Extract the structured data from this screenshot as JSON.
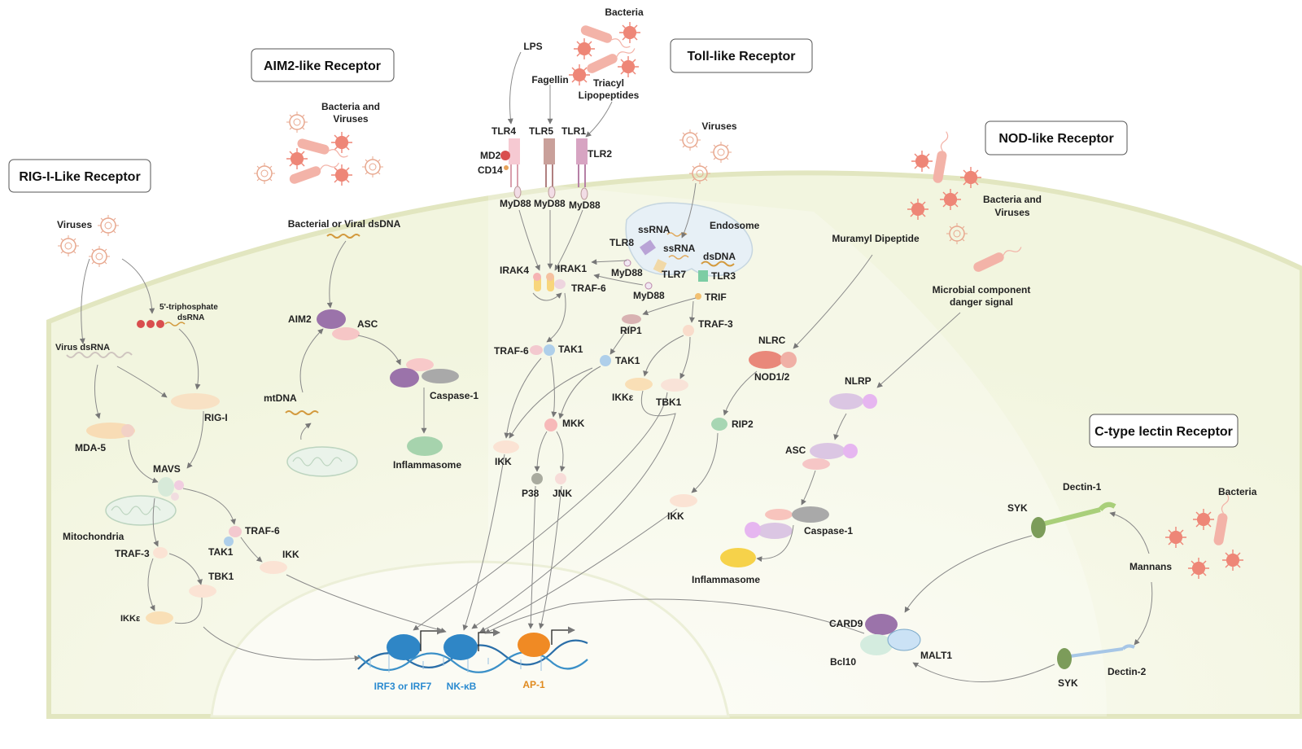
{
  "titles": {
    "aim2": "AIM2-like Receptor",
    "toll": "Toll-like Receptor",
    "nod": "NOD-like Receptor",
    "rig": "RIG-I-Like Receptor",
    "ctype": "C-type lectin Receptor"
  },
  "labels": {
    "bacteria_top": "Bacteria",
    "lps": "LPS",
    "fagellin": "Fagellin",
    "triacyl_1": "Triacyl",
    "triacyl_2": "Lipopeptides",
    "tlr4": "TLR4",
    "tlr5": "TLR5",
    "tlr1": "TLR1",
    "tlr2": "TLR2",
    "md2": "MD2",
    "cd14": "CD14",
    "myd88_a": "MyD88",
    "myd88_b": "MyD88",
    "myd88_c": "MyD88",
    "myd88_d": "MyD88",
    "myd88_e": "MyD88",
    "aim2_bv_1": "Bacteria and",
    "aim2_bv_2": "Viruses",
    "bv_dsdna": "Bacterial or Viral dsDNA",
    "aim2": "AIM2",
    "asc_aim2": "ASC",
    "caspase1_aim2": "Caspase-1",
    "inflammasome_aim2": "Inflammasome",
    "mtdna": "mtDNA",
    "viruses_tlr": "Viruses",
    "endosome": "Endosome",
    "ssrna_1": "ssRNA",
    "ssrna_2": "ssRNA",
    "dsdna_endo": "dsDNA",
    "tlr8": "TLR8",
    "tlr7": "TLR7",
    "tlr3": "TLR3",
    "trif": "TRIF",
    "irak4": "IRAK4",
    "irak1": "IRAK1",
    "traf6_tlr": "TRAF-6",
    "rip1": "RIP1",
    "traf3_tlr": "TRAF-3",
    "traf6_b": "TRAF-6",
    "tak1_a": "TAK1",
    "tak1_b": "TAK1",
    "ikke_tlr": "IKKε",
    "tbk1_tlr": "TBK1",
    "mkk": "MKK",
    "ikk_tlr": "IKK",
    "p38": "P38",
    "jnk": "JNK",
    "rig_viruses": "Viruses",
    "triphos_1": "5'-triphosphate",
    "triphos_2": "dsRNA",
    "virus_dsrna": "Virus dsRNA",
    "rigi": "RIG-I",
    "mda5": "MDA-5",
    "mavs": "MAVS",
    "mitochondria": "Mitochondria",
    "traf3_rig": "TRAF-3",
    "traf6_rig": "TRAF-6",
    "tak1_rig": "TAK1",
    "ikk_rig": "IKK",
    "tbk1_rig": "TBK1",
    "ikke_rig": "IKKε",
    "nod_bv_1": "Bacteria and",
    "nod_bv_2": "Viruses",
    "muramyl": "Muramyl Dipeptide",
    "microbial_1": "Microbial component",
    "microbial_2": "danger signal",
    "nlrc": "NLRC",
    "nod12": "NOD1/2",
    "nlrp": "NLRP",
    "rip2": "RIP2",
    "asc_nod": "ASC",
    "ikk_nod": "IKK",
    "caspase1_nod": "Caspase-1",
    "inflammasome_nod": "Inflammasome",
    "dectin1": "Dectin-1",
    "syk_1": "SYK",
    "bacteria_ctype": "Bacteria",
    "mannans": "Mannans",
    "card9": "CARD9",
    "bcl10": "Bcl10",
    "malt1": "MALT1",
    "syk_2": "SYK",
    "dectin2": "Dectin-2",
    "irf": "IRF3 or IRF7",
    "nfkb": "NK-κB",
    "ap1": "AP-1"
  },
  "colors": {
    "cell_fill": "#f7f8ea",
    "cell_border": "#e3e8c4",
    "nucleus_fill": "#fbfbf2",
    "dna_blue": "#2a6ea8",
    "tf_blue": "#2f86c6",
    "ap1_orange": "#f08a24",
    "label_blue": "#2a8ad0",
    "label_orange": "#e08a1e",
    "bacteria": "#ef8a78",
    "virus": "#e9a58a"
  }
}
